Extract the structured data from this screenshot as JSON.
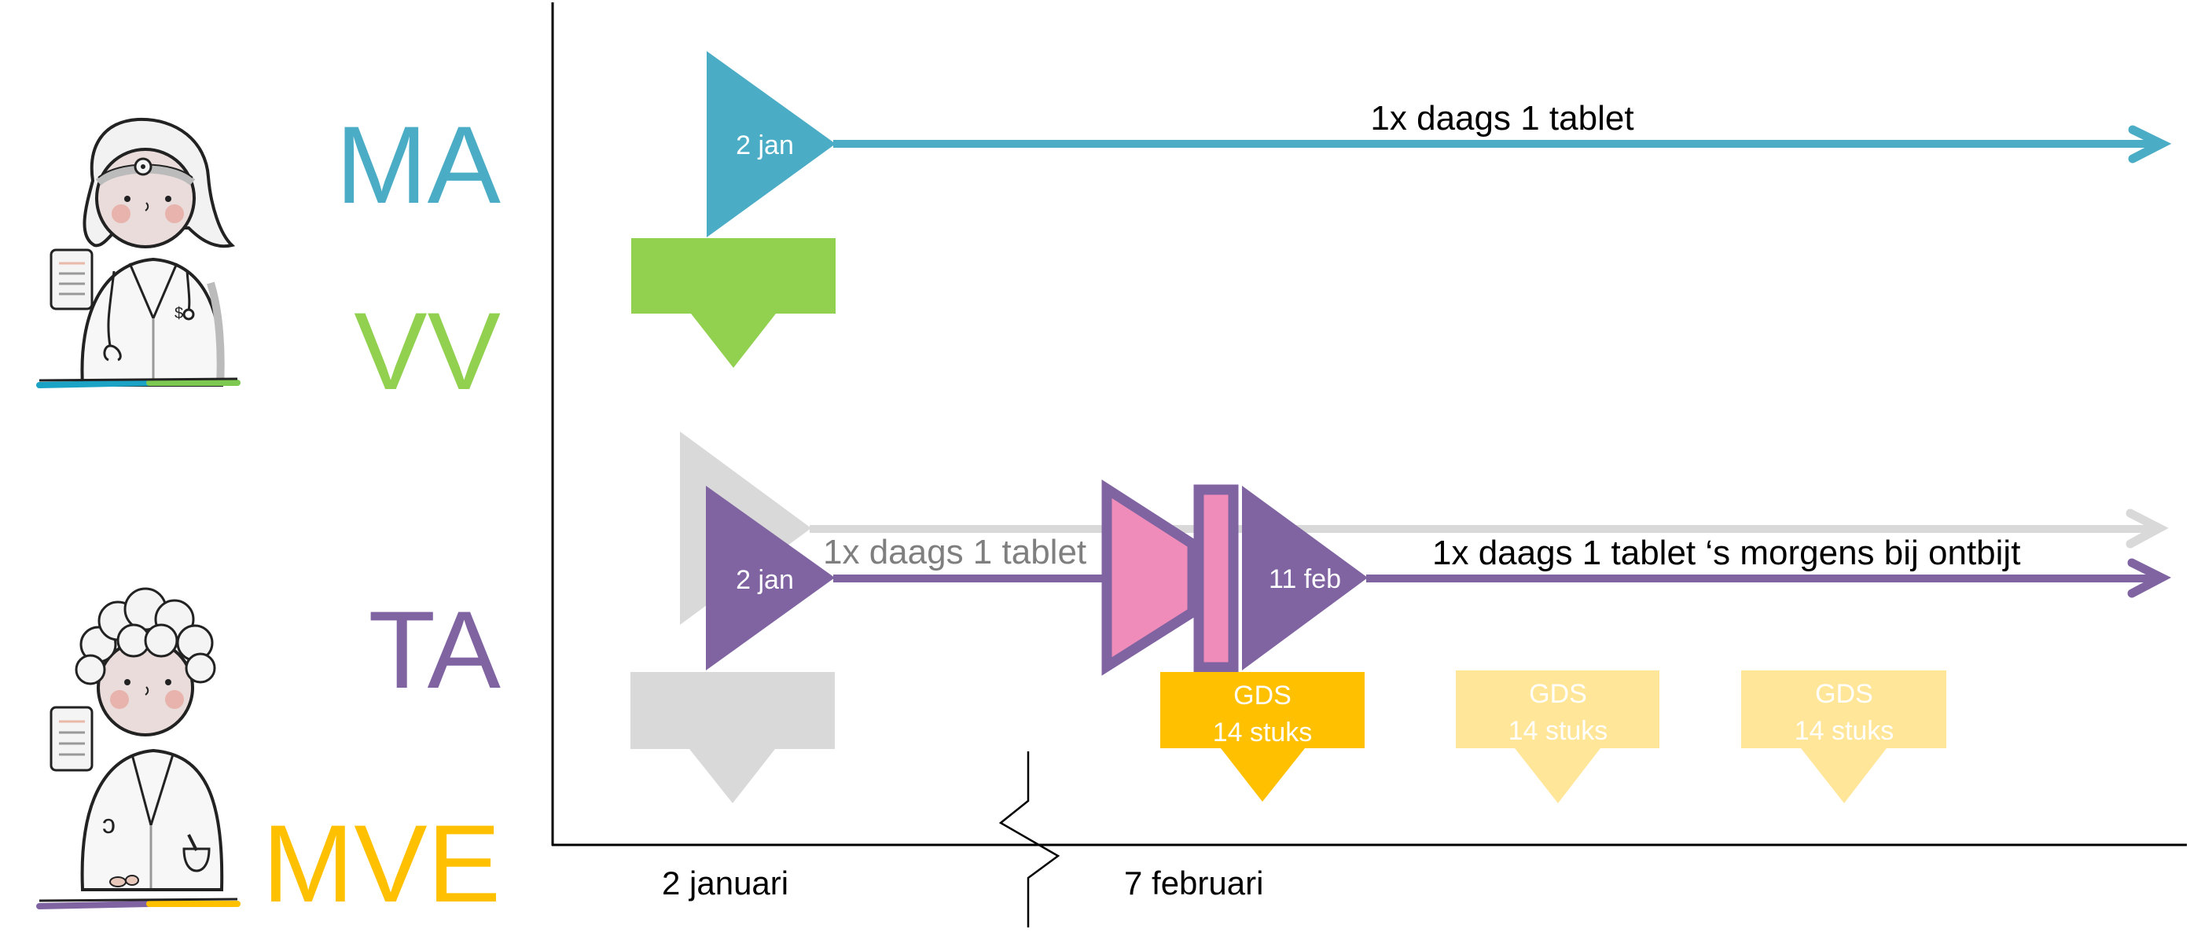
{
  "colors": {
    "prescriber": "#4BACC6",
    "prescriber_secondary": "#92D050",
    "dispenser": "#8064A2",
    "dispenser_secondary": "#FFC000",
    "dispenser_secondary_faded": "#FFE699",
    "previous": "#D9D9D9",
    "previous_text": "#7F7F7F",
    "stop": "#F08CBA",
    "axis": "#000000"
  },
  "roles": {
    "doctor": {
      "icon": "doctor-icon",
      "labels": [
        {
          "text": "MA",
          "color": "#4BACC6"
        },
        {
          "text": "VV",
          "color": "#92D050"
        }
      ]
    },
    "pharmacist": {
      "icon": "pharmacist-icon",
      "labels": [
        {
          "text": "TA",
          "color": "#8064A2"
        },
        {
          "text": "MVE",
          "color": "#FFC000"
        }
      ]
    }
  },
  "ma_row": {
    "start_label": "2 jan",
    "dosage": "1x daags 1 tablet"
  },
  "ta_row": {
    "previous_dosage": "1x daags 1 tablet",
    "first_start_label": "2 jan",
    "second_start_label": "11 feb",
    "new_dosage": "1x daags 1 tablet ‘s morgens bij ontbijt"
  },
  "dispenses": [
    {
      "line1": "GDS",
      "line2": "14 stuks",
      "state": "current"
    },
    {
      "line1": "GDS",
      "line2": "14 stuks",
      "state": "future"
    },
    {
      "line1": "GDS",
      "line2": "14 stuks",
      "state": "future"
    }
  ],
  "axis": {
    "labels": [
      "2 januari",
      "7 februari"
    ],
    "has_break": true
  }
}
